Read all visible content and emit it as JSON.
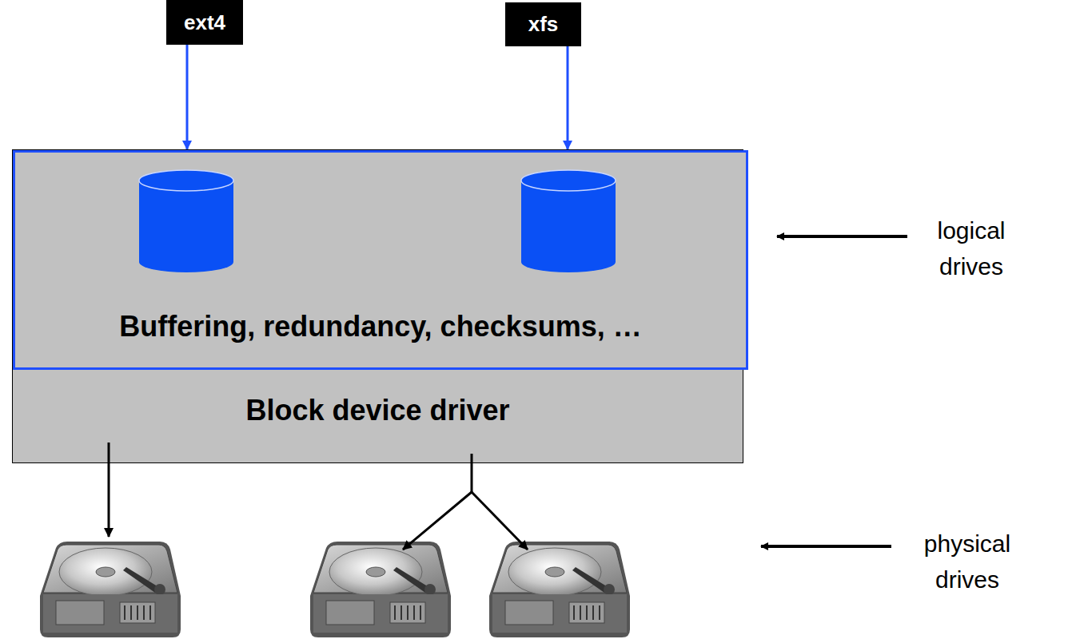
{
  "diagram": {
    "nodes": [
      {
        "text": [
          "ext4"
        ]
      },
      {
        "text": [
          "xfs"
        ]
      },
      {
        "text": [
          "Block device driver"
        ]
      },
      {
        "text": [
          "Buffering, redundancy, checksums, …"
        ],
        "in": 2
      }
    ],
    "edges": [
      {
        "from": 0,
        "to": 3,
        "arrow": "to"
      },
      {
        "from": 1,
        "to": 3,
        "arrow": "to"
      }
    ],
    "labels": [
      "logical drives",
      "physical drives"
    ]
  }
}
